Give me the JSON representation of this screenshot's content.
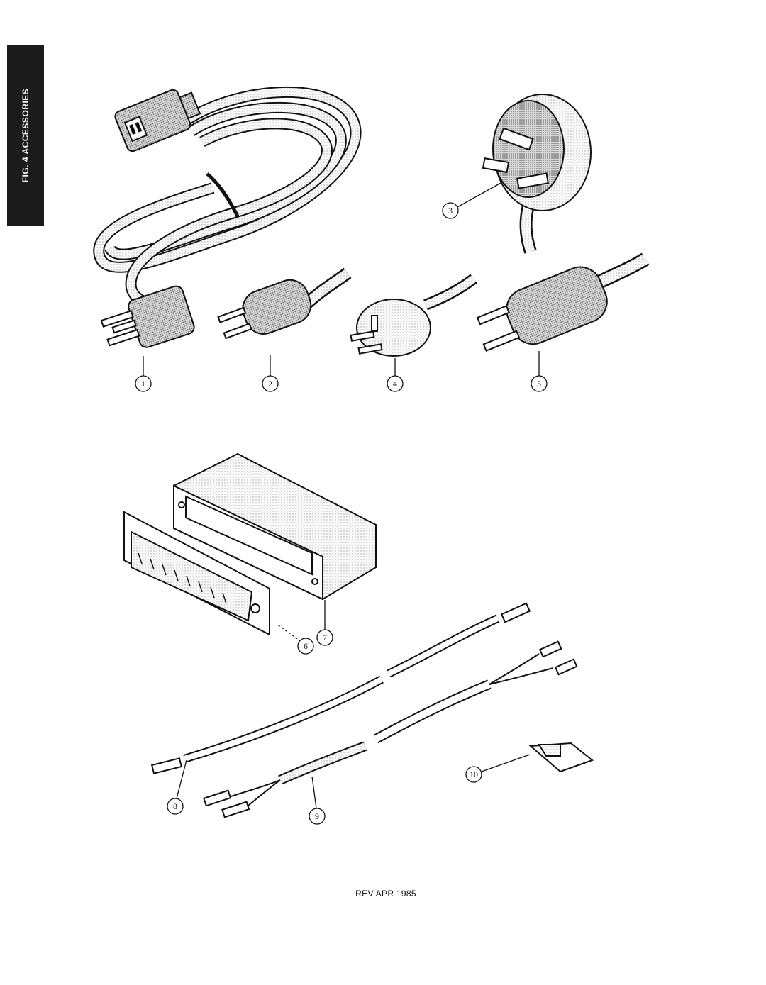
{
  "figure_tab": {
    "label": "FIG. 4 ACCESSORIES"
  },
  "callouts": [
    {
      "label": "1",
      "item": "power-cord-us"
    },
    {
      "label": "2",
      "item": "plug-schuko"
    },
    {
      "label": "3",
      "item": "plug-uk"
    },
    {
      "label": "4",
      "item": "plug-australian"
    },
    {
      "label": "5",
      "item": "plug-swiss"
    },
    {
      "label": "6",
      "item": "d-sub-connector"
    },
    {
      "label": "7",
      "item": "connector-hood"
    },
    {
      "label": "8",
      "item": "single-lead-wire"
    },
    {
      "label": "9",
      "item": "dual-lead-wire"
    },
    {
      "label": "10",
      "item": "jumper-clip"
    }
  ],
  "footer": {
    "revision": "REV APR 1985"
  }
}
